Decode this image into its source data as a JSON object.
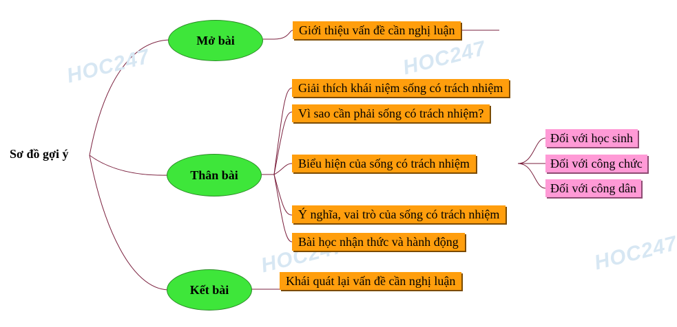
{
  "root": "Sơ đồ gợi ý",
  "watermark": "HOC247",
  "nodes": {
    "mo_bai": "Mở bài",
    "than_bai": "Thân bài",
    "ket_bai": "Kết bài"
  },
  "mo_bai_items": [
    "Giới thiệu vấn đề cần nghị luận"
  ],
  "than_bai_items": [
    "Giải thích khái niệm sống có trách nhiệm",
    "Vì sao cần phải sống có trách nhiệm?",
    "Biểu hiện của sống có trách nhiệm",
    "Ý nghĩa, vai trò của sống có trách nhiệm",
    "Bài học nhận thức và hành động"
  ],
  "bieu_hien_items": [
    "Đối với học sinh",
    "Đối với công chức",
    "Đối với công dân"
  ],
  "ket_bai_items": [
    "Khái quát lại vấn đề cần nghị luận"
  ],
  "colors": {
    "node": "#3ee63a",
    "box": "#ff9e0d",
    "sub_box": "#ff9ad6",
    "connector": "#7a1f3d"
  }
}
